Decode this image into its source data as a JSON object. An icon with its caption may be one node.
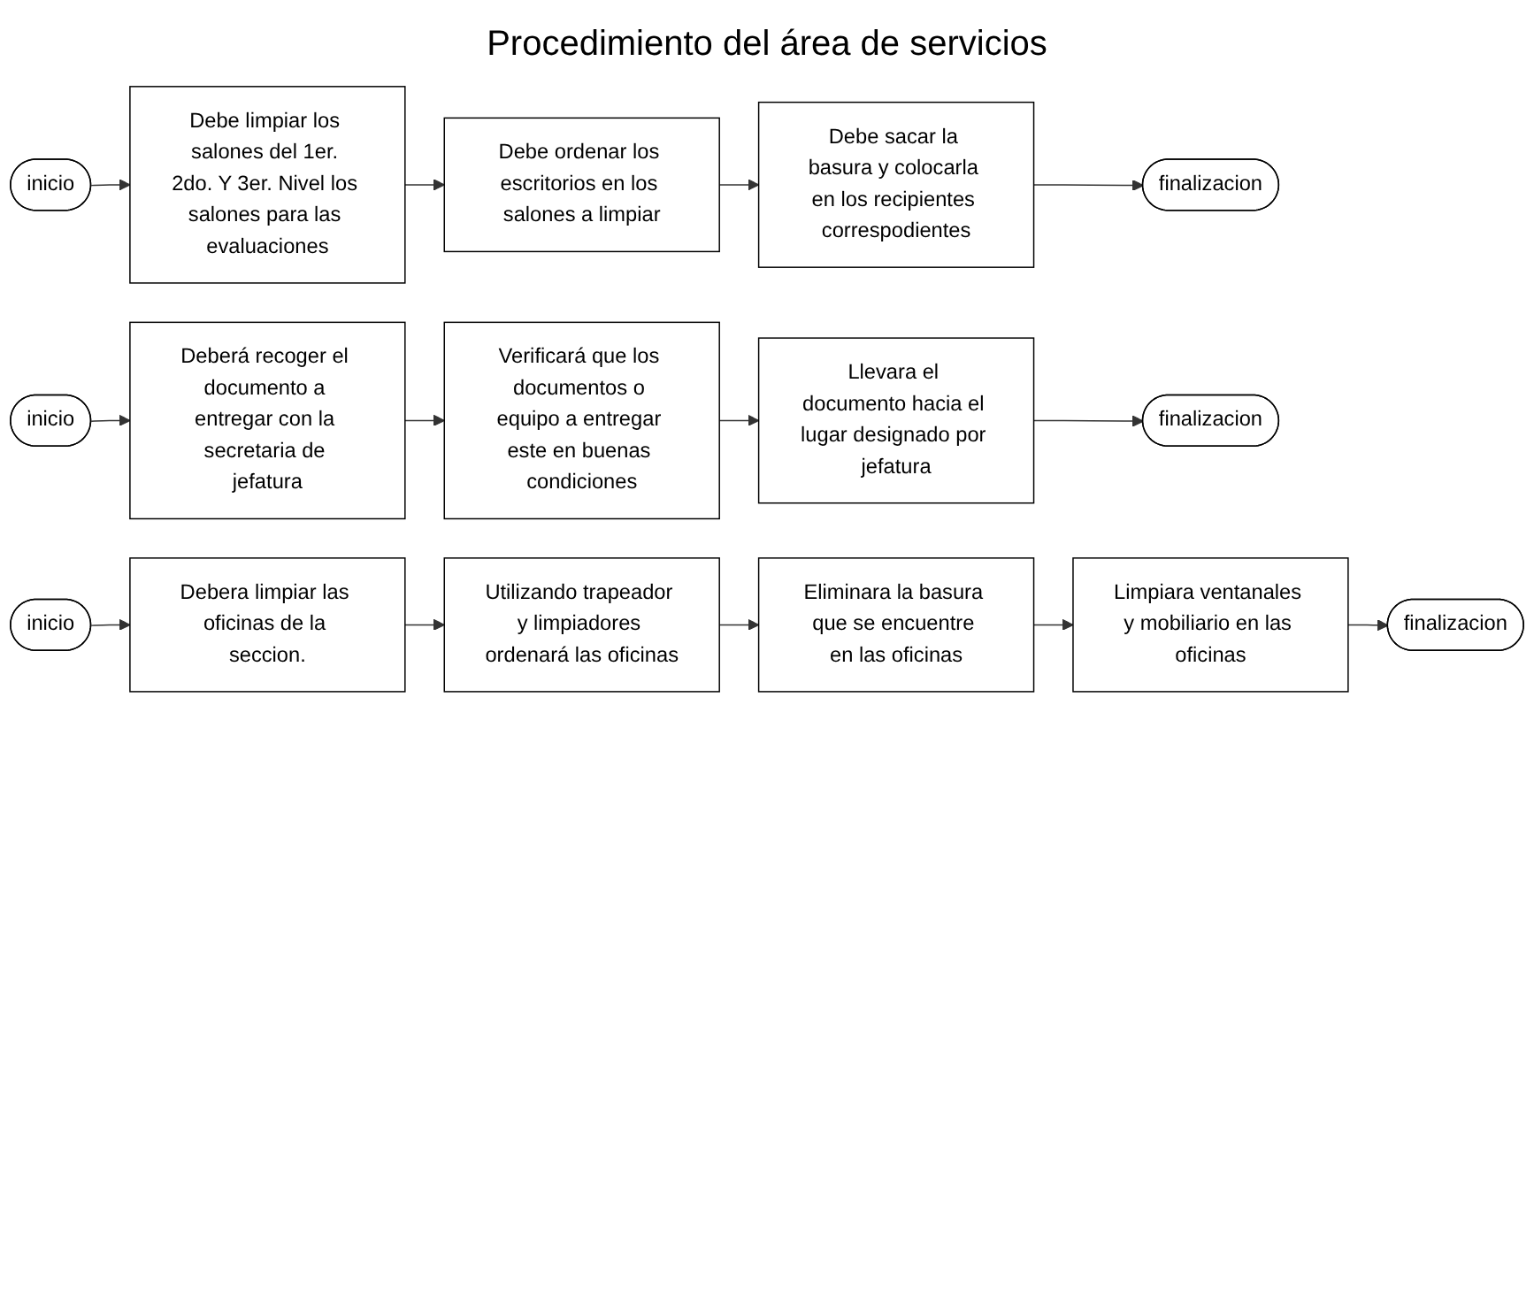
{
  "diagram": {
    "title": "Procedimiento del área de servicios",
    "nodes": [
      {
        "text": [
          "inicio"
        ]
      },
      {
        "text": [
          "Debe limpiar los salones del 1er. 2do. Y 3er. Nivel los salones para las evaluaciones"
        ]
      },
      {
        "text": [
          "Debe ordenar los escritorios en los salones a limpiar"
        ]
      },
      {
        "text": [
          "Debe sacar la basura y colocarla en los recipientes correspodientes"
        ]
      },
      {
        "text": [
          "finalizacion"
        ]
      },
      {
        "text": [
          "inicio"
        ]
      },
      {
        "text": [
          "Deberá recoger el documento a entregar con la secretaria de jefatura"
        ]
      },
      {
        "text": [
          "Verificará que los documentos o equipo a entregar este en buenas condiciones"
        ]
      },
      {
        "text": [
          "Llevara el documento hacia el lugar designado por jefatura"
        ]
      },
      {
        "text": [
          "finalizacion"
        ]
      },
      {
        "text": [
          "inicio"
        ]
      },
      {
        "text": [
          "Debera limpiar las oficinas de la seccion."
        ]
      },
      {
        "text": [
          "Utilizando trapeador y limpiadores ordenará las oficinas"
        ]
      },
      {
        "text": [
          "Eliminara la basura que se encuentre en las oficinas"
        ]
      },
      {
        "text": [
          "Limpiara ventanales y mobiliario en las oficinas"
        ]
      },
      {
        "text": [
          "finalizacion"
        ]
      }
    ],
    "edges": [
      {
        "from": 0,
        "to": 1,
        "arrow": "to"
      },
      {
        "from": 1,
        "to": 2,
        "arrow": "to"
      },
      {
        "from": 2,
        "to": 3,
        "arrow": "to"
      },
      {
        "from": 3,
        "to": 4,
        "arrow": "to"
      },
      {
        "from": 5,
        "to": 6,
        "arrow": "to"
      },
      {
        "from": 6,
        "to": 7,
        "arrow": "to"
      },
      {
        "from": 7,
        "to": 8,
        "arrow": "to"
      },
      {
        "from": 8,
        "to": 9,
        "arrow": "to"
      },
      {
        "from": 10,
        "to": 11,
        "arrow": "to"
      },
      {
        "from": 11,
        "to": 12,
        "arrow": "to"
      },
      {
        "from": 12,
        "to": 13,
        "arrow": "to"
      },
      {
        "from": 13,
        "to": 14,
        "arrow": "to"
      },
      {
        "from": 14,
        "to": 15,
        "arrow": "to"
      }
    ]
  }
}
